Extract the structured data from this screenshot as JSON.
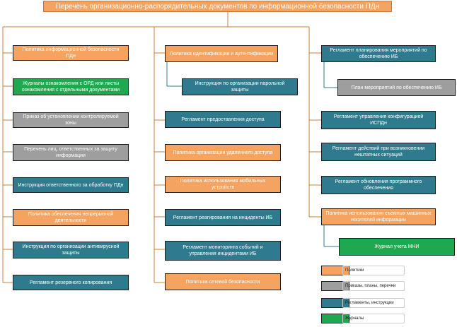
{
  "title": "Перечень организационно-распорядительных документов по информационной безопасности ПДн",
  "colors": {
    "policy": "#f4a460",
    "order": "#9e9e9e",
    "regulation": "#2f7a8c",
    "journal": "#1fa84f",
    "connector": "#c8823a"
  },
  "column1": [
    "Политика информационной безопасности ПДн",
    "Журналы ознакомления с ОРД или листы ознакомления с отдельными документами",
    "Приказ об установлении контролируемой зоны",
    "Перечень лиц, ответственных за защиту информации",
    "Инструкция ответственного за обработку ПДн",
    "Политика обеспечения непрерывной деятельности",
    "Инструкция по организации антивирусной защиты",
    "Регламент резервного копирования"
  ],
  "column2": {
    "top": "Политика идентификации и аутентификации",
    "sub": "Инструкция по организации парольной защиты",
    "items": [
      "Регламент предоставления доступа",
      "Политика организации удаленного доступа",
      "Политика использования мобильных устройств",
      "Регламент реагирования на инциденты ИБ",
      "Регламент мониторинга событий и управления инцидентами ИБ",
      "Политика сетевой безопасности"
    ]
  },
  "column3": {
    "top": "Регламент планирования мероприятий по обеспечению ИБ",
    "sub": "План мероприятий по обеспечению ИБ",
    "items": [
      "Регламент управления конфигурацией ИСПДн",
      "Регламент действий при возникновении нештатных ситуаций",
      "Регламент обновления программного обеспечения",
      "Политика использования съемных машинных носителей информации"
    ],
    "journal": "Журнал учета МНИ"
  },
  "legend": [
    {
      "label": "Политики",
      "color": "#f4a460"
    },
    {
      "label": "Приказы, планы, перечни",
      "color": "#9e9e9e"
    },
    {
      "label": "Регламенты, инструкции",
      "color": "#2f7a8c"
    },
    {
      "label": "Журналы",
      "color": "#1fa84f"
    }
  ]
}
